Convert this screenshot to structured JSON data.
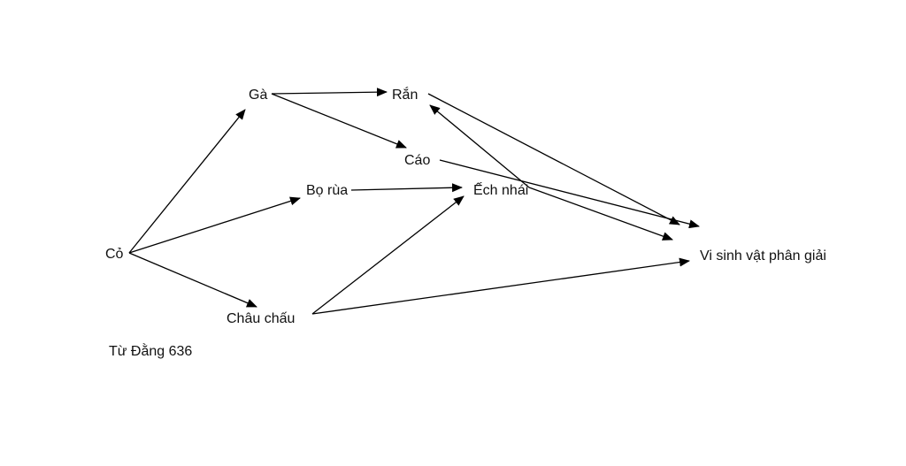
{
  "nodes": {
    "co": "Cỏ",
    "ga": "Gà",
    "ran": "Rắn",
    "cao": "Cáo",
    "bo_rua": "Bọ rùa",
    "ech_nhai": "Ếch nhái",
    "chau_chau": "Châu chấu",
    "vi_sinh_vat": "Vi sinh vật phân giải"
  },
  "edges": [
    {
      "from": "co",
      "to": "ga"
    },
    {
      "from": "co",
      "to": "bo_rua"
    },
    {
      "from": "co",
      "to": "chau_chau"
    },
    {
      "from": "ga",
      "to": "ran"
    },
    {
      "from": "ga",
      "to": "cao"
    },
    {
      "from": "bo_rua",
      "to": "ech_nhai"
    },
    {
      "from": "chau_chau",
      "to": "ech_nhai"
    },
    {
      "from": "chau_chau",
      "to": "vi_sinh_vat"
    },
    {
      "from": "ech_nhai",
      "to": "ran"
    },
    {
      "from": "ran",
      "to": "vi_sinh_vat"
    },
    {
      "from": "cao",
      "to": "vi_sinh_vat"
    },
    {
      "from": "ech_nhai",
      "to": "vi_sinh_vat"
    }
  ],
  "caption": "Từ Đằng 636",
  "colors": {
    "line": "#000000",
    "text": "#111111",
    "background": "#ffffff"
  }
}
